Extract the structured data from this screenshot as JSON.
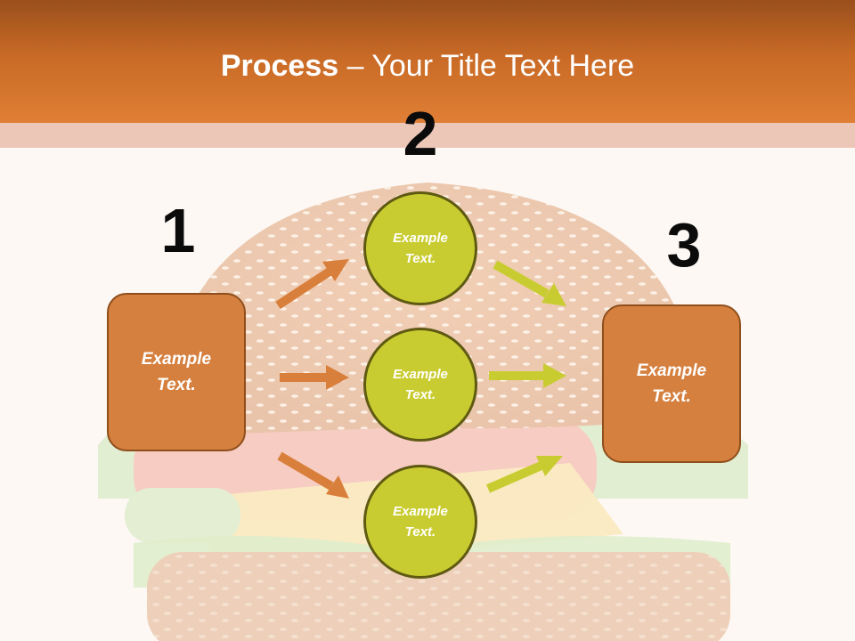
{
  "title": {
    "strong": "Process",
    "rest": " – Your Title Text Here"
  },
  "steps": {
    "one": {
      "number": "1",
      "label": "Example Text."
    },
    "two": {
      "number": "2"
    },
    "three": {
      "number": "3",
      "label": "Example Text."
    }
  },
  "circles": [
    {
      "label": "Example Text."
    },
    {
      "label": "Example Text."
    },
    {
      "label": "Example Text."
    }
  ],
  "colors": {
    "header": "#d8782f",
    "box_fill": "#d5803f",
    "circle_fill": "#c9cc31",
    "arrow_orange": "#d97f3c",
    "arrow_green": "#c9cc31"
  }
}
